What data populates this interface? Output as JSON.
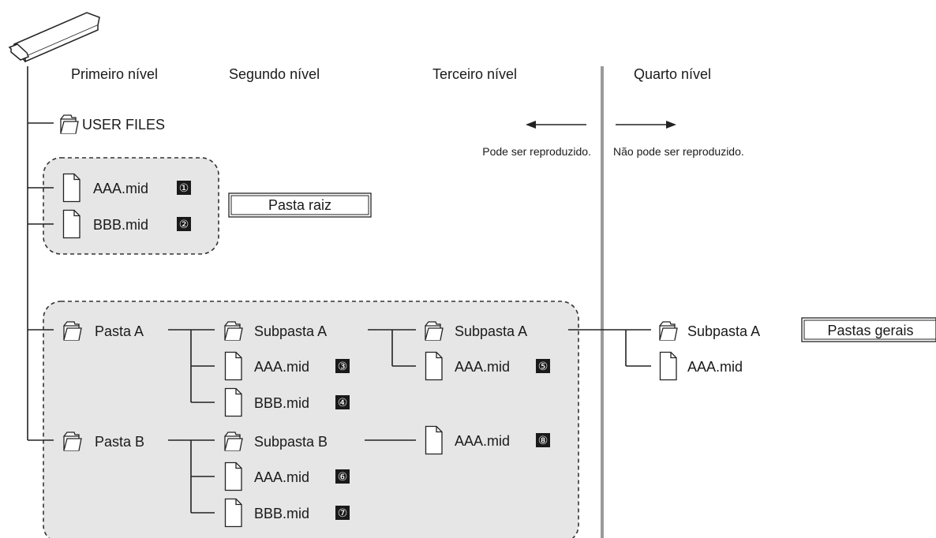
{
  "levels": {
    "first": "Primeiro nível",
    "second": "Segundo nível",
    "third": "Terceiro nível",
    "fourth": "Quarto nível"
  },
  "playback": {
    "can_play": "Pode ser reproduzido.",
    "cannot_play": "Não pode ser reproduzido."
  },
  "boxes": {
    "root": "Pasta raiz",
    "general": "Pastas gerais"
  },
  "tree": {
    "user_files": "USER FILES",
    "root_file_1": "AAA.mid",
    "root_file_2": "BBB.mid",
    "folder_a": "Pasta A",
    "folder_a_sub": "Subpasta A",
    "folder_a_file_1": "AAA.mid",
    "folder_a_file_2": "BBB.mid",
    "folder_a_sub_sub": "Subpasta A",
    "folder_a_sub_sub_file": "AAA.mid",
    "folder_a_sub_sub_sub": "Subpasta A",
    "folder_a_sub_sub_sub_file": "AAA.mid",
    "folder_b": "Pasta B",
    "folder_b_sub": "Subpasta B",
    "folder_b_sub_file": "AAA.mid",
    "folder_b_file_1": "AAA.mid",
    "folder_b_file_2": "BBB.mid"
  },
  "badges": [
    "①",
    "②",
    "③",
    "④",
    "⑤",
    "⑥",
    "⑦",
    "⑧"
  ],
  "colors": {
    "group_fill": "#e6e6e6",
    "badge_fill": "#1a1a1a",
    "divider": "#9a9a9a"
  },
  "icons": {
    "device": "usb-drive-icon",
    "folder": "folder-icon",
    "file": "file-icon"
  }
}
